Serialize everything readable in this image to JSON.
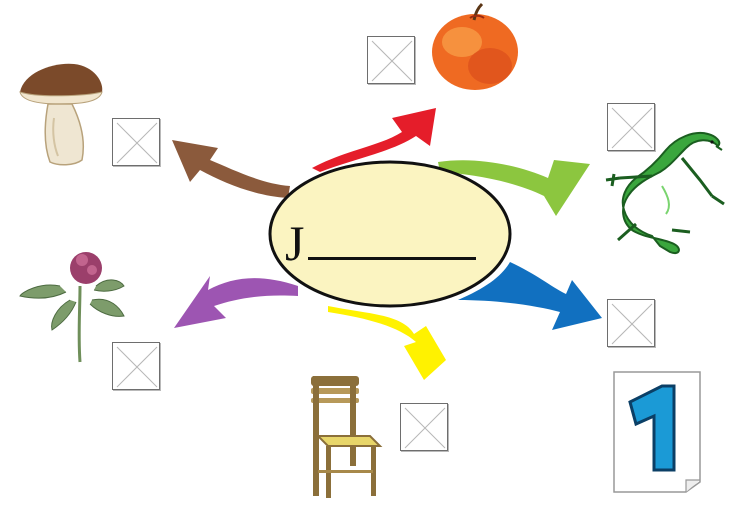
{
  "center": {
    "letter": "J",
    "oval_fill": "#fbf4c1"
  },
  "colors": {
    "arrow_red": "#e51d2a",
    "arrow_green": "#8cc63f",
    "arrow_blue": "#1170c0",
    "arrow_yellow": "#fff200",
    "arrow_purple": "#9d55b2",
    "arrow_brown": "#8b5a3c"
  },
  "pictures": [
    {
      "name": "apple-icon",
      "arrow": "red"
    },
    {
      "name": "lizard-icon",
      "arrow": "green"
    },
    {
      "name": "number-one-card-icon",
      "arrow": "blue"
    },
    {
      "name": "chair-icon",
      "arrow": "yellow"
    },
    {
      "name": "clover-flower-icon",
      "arrow": "purple"
    },
    {
      "name": "mushroom-icon",
      "arrow": "brown"
    }
  ],
  "checkboxes": [
    {
      "id": "apple",
      "checked": false
    },
    {
      "id": "lizard",
      "checked": false
    },
    {
      "id": "number-one",
      "checked": false
    },
    {
      "id": "chair",
      "checked": false
    },
    {
      "id": "clover",
      "checked": false
    },
    {
      "id": "mushroom",
      "checked": false
    }
  ]
}
